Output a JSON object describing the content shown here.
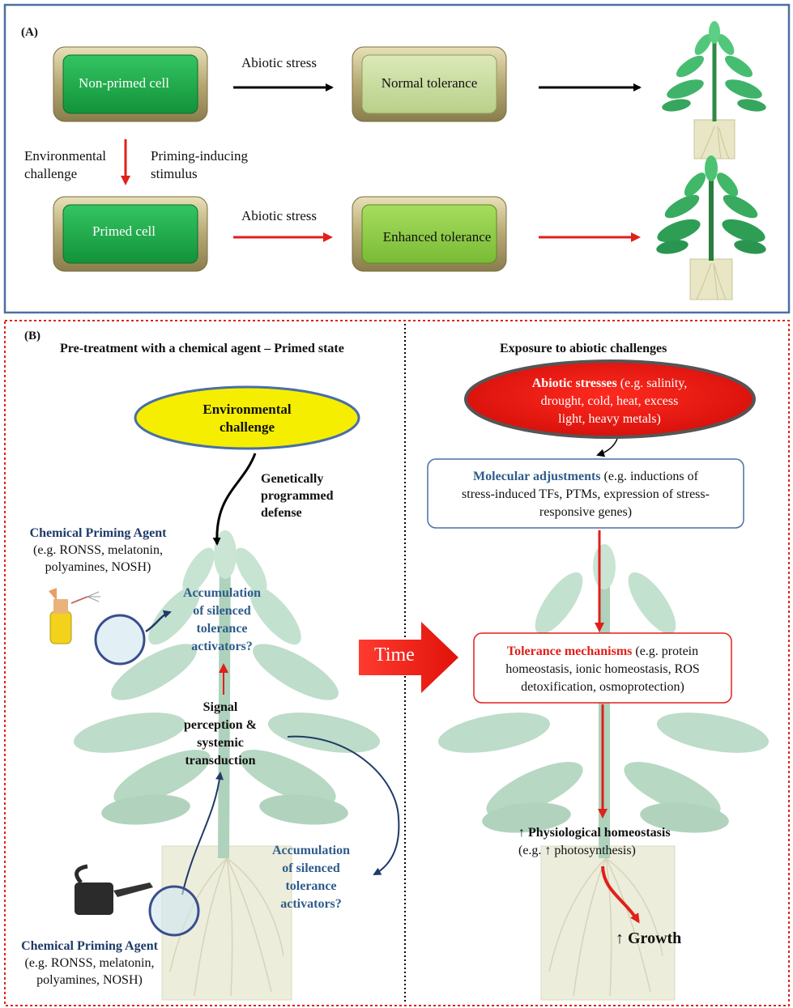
{
  "panel_a": {
    "letter": "(A)",
    "box_non_primed": "Non-primed cell",
    "box_normal": "Normal tolerance",
    "box_primed": "Primed cell",
    "box_enhanced": "Enhanced tolerance",
    "arrow_top_label": "Abiotic stress",
    "arrow_bottom_label": "Abiotic stress",
    "env_challenge_line1": "Environmental",
    "env_challenge_line2": "challenge",
    "priming_line1": "Priming-inducing",
    "priming_line2": "stimulus"
  },
  "panel_b": {
    "letter": "(B)",
    "left_header": "Pre-treatment with a chemical agent – Primed state",
    "right_header": "Exposure to abiotic challenges",
    "env_oval_line1": "Environmental",
    "env_oval_line2": "challenge",
    "genetic_line1": "Genetically",
    "genetic_line2": "programmed",
    "genetic_line3": "defense",
    "agent_top_title": "Chemical Priming Agent",
    "agent_top_line1": "(e.g. RONSS, melatonin,",
    "agent_top_line2": "polyamines, NOSH)",
    "accum_top_line1": "Accumulation",
    "accum_top_line2": "of silenced",
    "accum_top_line3": "tolerance",
    "accum_top_line4": "activators?",
    "signal_line1": "Signal",
    "signal_line2": "perception &",
    "signal_line3": "systemic",
    "signal_line4": "transduction",
    "accum_bot_line1": "Accumulation",
    "accum_bot_line2": "of silenced",
    "accum_bot_line3": "tolerance",
    "accum_bot_line4": "activators?",
    "agent_bot_title": "Chemical Priming Agent",
    "agent_bot_line1": "(e.g. RONSS, melatonin,",
    "agent_bot_line2": "polyamines, NOSH)",
    "time_label": "Time",
    "abiotic_bold": "Abiotic stresses",
    "abiotic_rest1": " (e.g. salinity,",
    "abiotic_line2": "drought, cold, heat, excess",
    "abiotic_line3": "light, heavy metals)",
    "molecular_bold": "Molecular adjustments",
    "molecular_rest1": " (e.g. inductions of",
    "molecular_line2": "stress-induced TFs, PTMs, expression of stress-",
    "molecular_line3": "responsive genes)",
    "tolerance_bold": "Tolerance mechanisms",
    "tolerance_rest1": " (e.g. protein",
    "tolerance_line2": "homeostasis, ionic homeostasis, ROS",
    "tolerance_line3": "detoxification, osmoprotection)",
    "physio_line1": "↑ Physiological homeostasis",
    "physio_line2": "(e.g. ↑ photosynthesis)",
    "growth": "↑ Growth"
  },
  "colors": {
    "panel_a_border": "#4a6fa5",
    "panel_b_border": "#e0201a",
    "cell_green": "#1faa4a",
    "tolerance_light": "#c8dba0",
    "tolerance_green": "#8fcf4a",
    "env_oval": "#f5ee00",
    "abiotic_oval": "#e81a12",
    "plant_pale": "#9fcbb0",
    "plant_dark": "#3aa05a"
  }
}
